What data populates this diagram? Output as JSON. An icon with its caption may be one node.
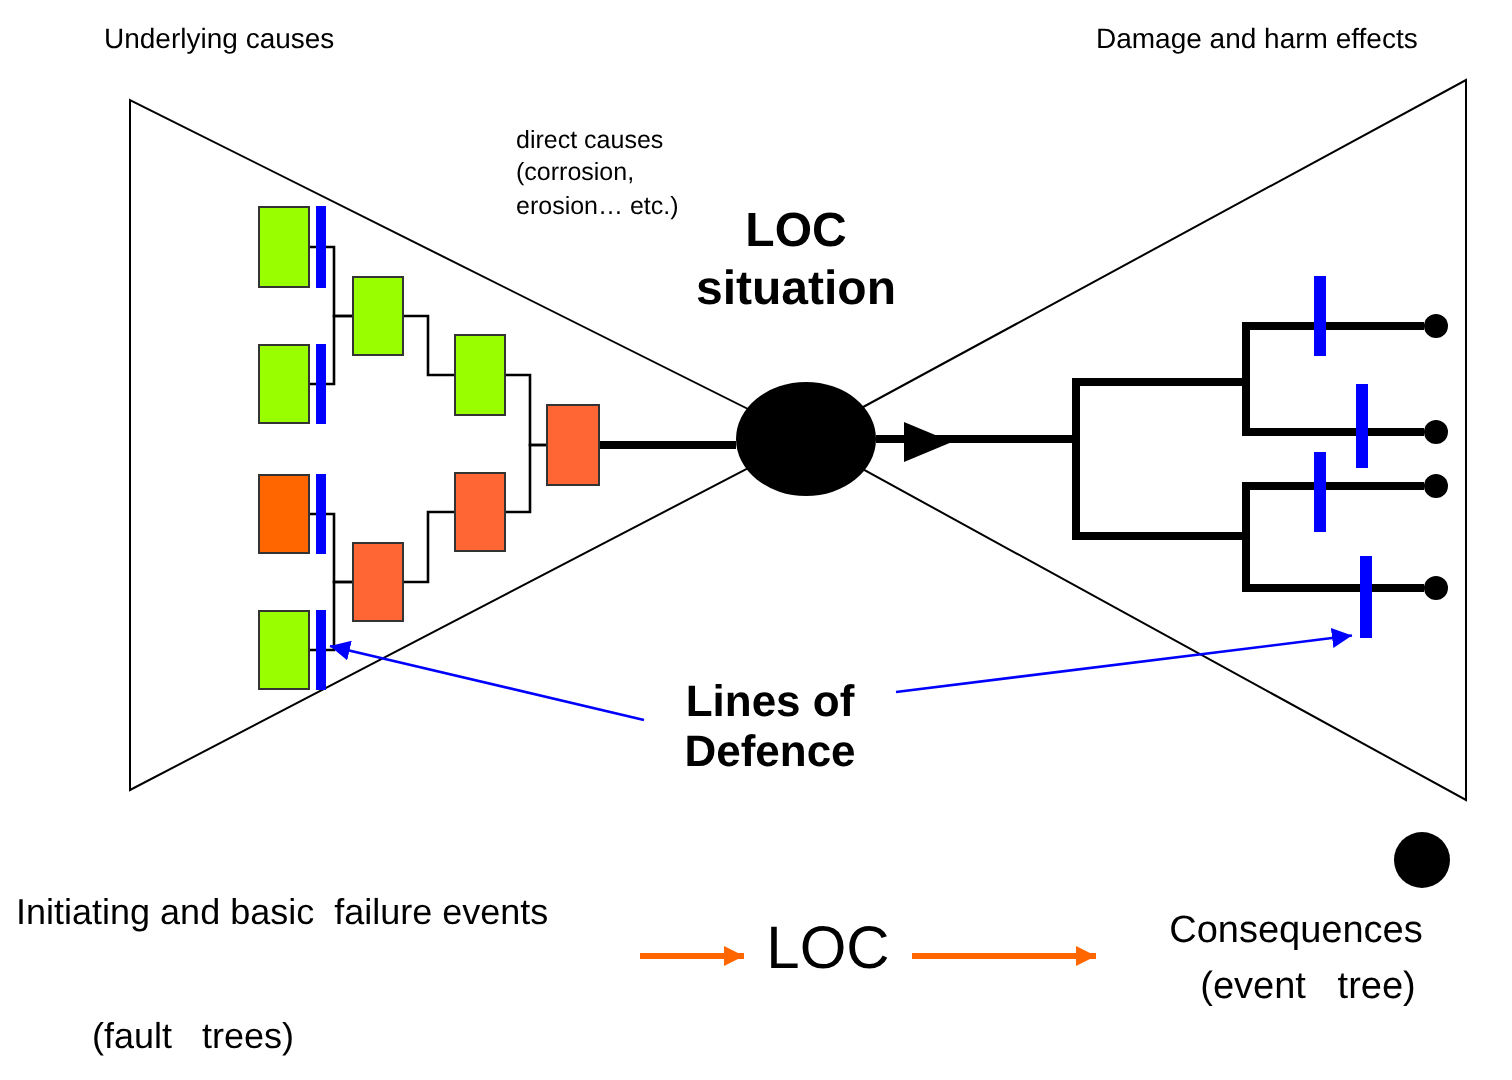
{
  "diagram": {
    "nodes": [
      {
        "text": [],
        "shape": "box"
      },
      {
        "text": [],
        "shape": "box"
      },
      {
        "text": [],
        "shape": "box"
      },
      {
        "text": [],
        "shape": "box"
      },
      {
        "text": [],
        "shape": "box"
      },
      {
        "text": [],
        "shape": "box"
      },
      {
        "text": [],
        "shape": "box"
      },
      {
        "text": [],
        "shape": "box"
      },
      {
        "text": [],
        "shape": "box"
      },
      {
        "text": [],
        "shape": "circle",
        "beside": [
          "LOC situation"
        ]
      },
      {
        "text": [],
        "shape": "circle"
      },
      {
        "text": [],
        "shape": "circle"
      },
      {
        "text": [],
        "shape": "circle"
      },
      {
        "text": [],
        "shape": "circle"
      },
      {
        "text": [],
        "shape": "bar"
      },
      {
        "text": [],
        "shape": "bar"
      },
      {
        "text": [],
        "shape": "bar"
      },
      {
        "text": [],
        "shape": "bar"
      },
      {
        "text": [],
        "shape": "bar"
      },
      {
        "text": [],
        "shape": "bar"
      },
      {
        "text": [],
        "shape": "bar"
      },
      {
        "text": [],
        "shape": "bar"
      },
      {
        "text": [
          "Lines of Defence"
        ]
      },
      {
        "text": [
          "Initiating and basic  failure events",
          "(fault   trees)"
        ]
      },
      {
        "text": [
          "LOC"
        ]
      },
      {
        "text": [
          "Consequences",
          "(event   tree)"
        ]
      }
    ],
    "edges": [
      {
        "from": 0,
        "to": 4,
        "arrow": "none"
      },
      {
        "from": 1,
        "to": 4,
        "arrow": "none"
      },
      {
        "from": 2,
        "to": 5,
        "arrow": "none"
      },
      {
        "from": 3,
        "to": 5,
        "arrow": "none"
      },
      {
        "from": 4,
        "to": 6,
        "arrow": "none"
      },
      {
        "from": 5,
        "to": 7,
        "arrow": "none"
      },
      {
        "from": 6,
        "to": 8,
        "arrow": "none"
      },
      {
        "from": 7,
        "to": 8,
        "arrow": "none"
      },
      {
        "from": 8,
        "to": 9,
        "arrow": "none",
        "style": "thick"
      },
      {
        "from": 9,
        "to": 10,
        "arrow": "to",
        "style": "thick"
      },
      {
        "from": 9,
        "to": 11,
        "arrow": "to",
        "style": "thick"
      },
      {
        "from": 9,
        "to": 12,
        "arrow": "to",
        "style": "thick"
      },
      {
        "from": 9,
        "to": 13,
        "arrow": "to",
        "style": "thick"
      },
      {
        "from": 22,
        "to": 17,
        "arrow": "to",
        "color": "#0000ff"
      },
      {
        "from": 22,
        "to": 21,
        "arrow": "to",
        "color": "#0000ff"
      },
      {
        "from": 23,
        "to": 24,
        "arrow": "to",
        "style": "thick",
        "color": "#ff6600"
      },
      {
        "from": 24,
        "to": 25,
        "arrow": "to",
        "style": "thick",
        "color": "#ff6600"
      }
    ],
    "labels": [
      "Underlying causes",
      "Damage and harm effects",
      "direct causes (corrosion, erosion… etc.)"
    ]
  }
}
